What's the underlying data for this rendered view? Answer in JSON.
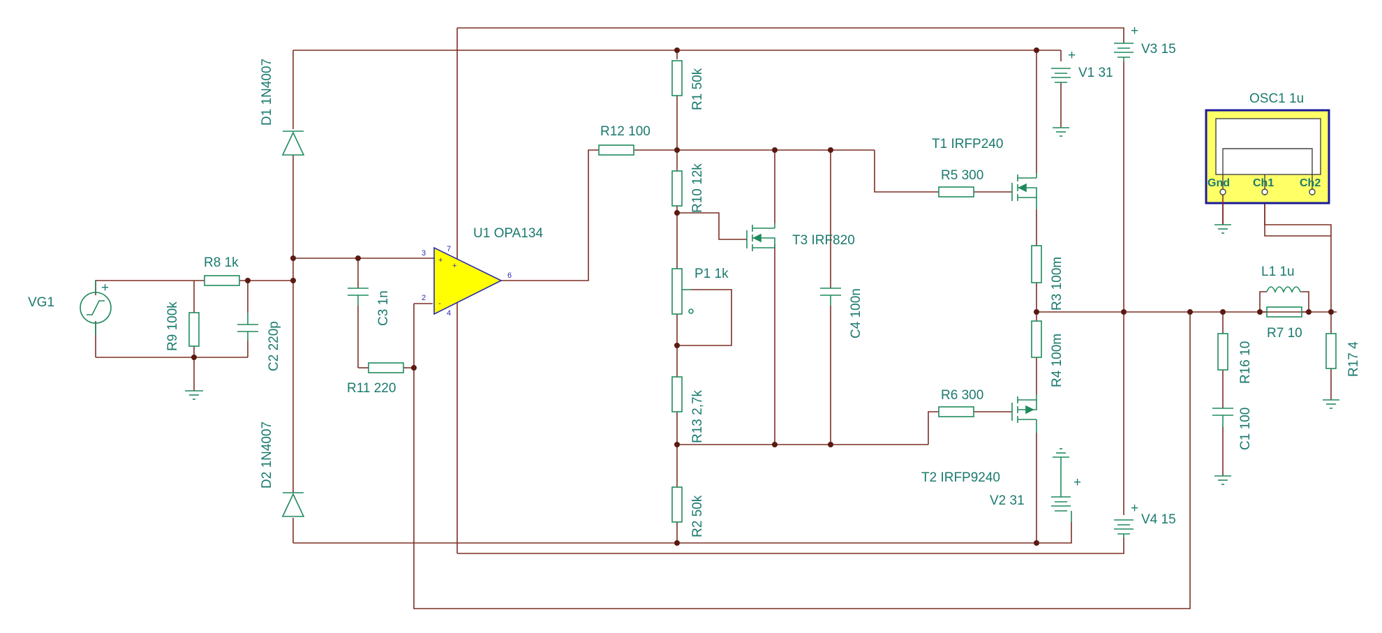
{
  "components": {
    "vg1": "VG1",
    "r8": "R8 1k",
    "r9": "R9 100k",
    "c2": "C2 220p",
    "d1": "D1 1N4007",
    "d2": "D2 1N4007",
    "c3": "C3 1n",
    "r11": "R11 220",
    "u1": "U1 OPA134",
    "u1_pins": [
      "3",
      "7",
      "2",
      "4",
      "6"
    ],
    "r12": "R12 100",
    "r1": "R1 50k",
    "r10": "R10 12k",
    "p1": "P1 1k",
    "r13": "R13 2,7k",
    "r2": "R2 50k",
    "t3": "T3 IRF820",
    "c4": "C4 100n",
    "r5": "R5 300",
    "t1": "T1 IRFP240",
    "r6": "R6 300",
    "t2": "T2 IRFP9240",
    "r3": "R3 100m",
    "r4": "R4 100m",
    "v1": "V1 31",
    "v2": "V2 31",
    "v3": "V3 15",
    "v4": "V4 15",
    "l1": "L1 1u",
    "r7": "R7 10",
    "r16": "R16 10",
    "c1": "C1 100",
    "r17": "R17 4",
    "osc1": "OSC1 1u",
    "osc_gnd": "Gnd",
    "osc_ch1": "Ch1",
    "osc_ch2": "Ch2",
    "plus": "+"
  },
  "colors": {
    "wire": "#7b2f24",
    "component": "#1f8a5c",
    "label": "#1a7a6e",
    "opamp_fill": "#ffff00",
    "scope_fill": "#ffff66",
    "scope_border": "#1a1a99"
  }
}
